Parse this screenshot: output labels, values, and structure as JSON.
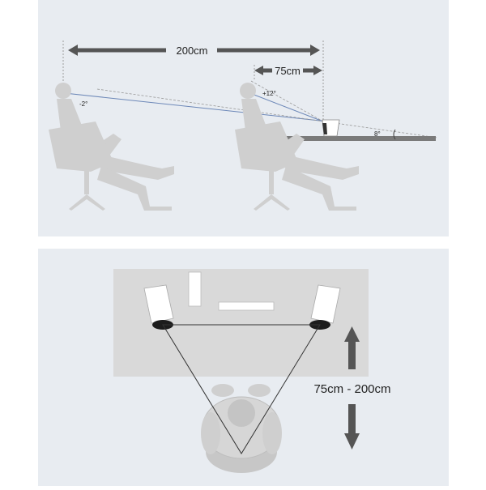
{
  "top_panel": {
    "distance_far": "200cm",
    "distance_near": "75cm",
    "angle_far": "-2°",
    "angle_near": "+12°",
    "tilt_angle": "8°"
  },
  "bottom_panel": {
    "distance_range": "75cm - 200cm"
  },
  "colors": {
    "panel_bg": "#e8ecf1",
    "figure": "#cfcfcf",
    "arrow": "#555555",
    "sight_line": "#6d88b8",
    "desk": "#d9d9d9"
  }
}
